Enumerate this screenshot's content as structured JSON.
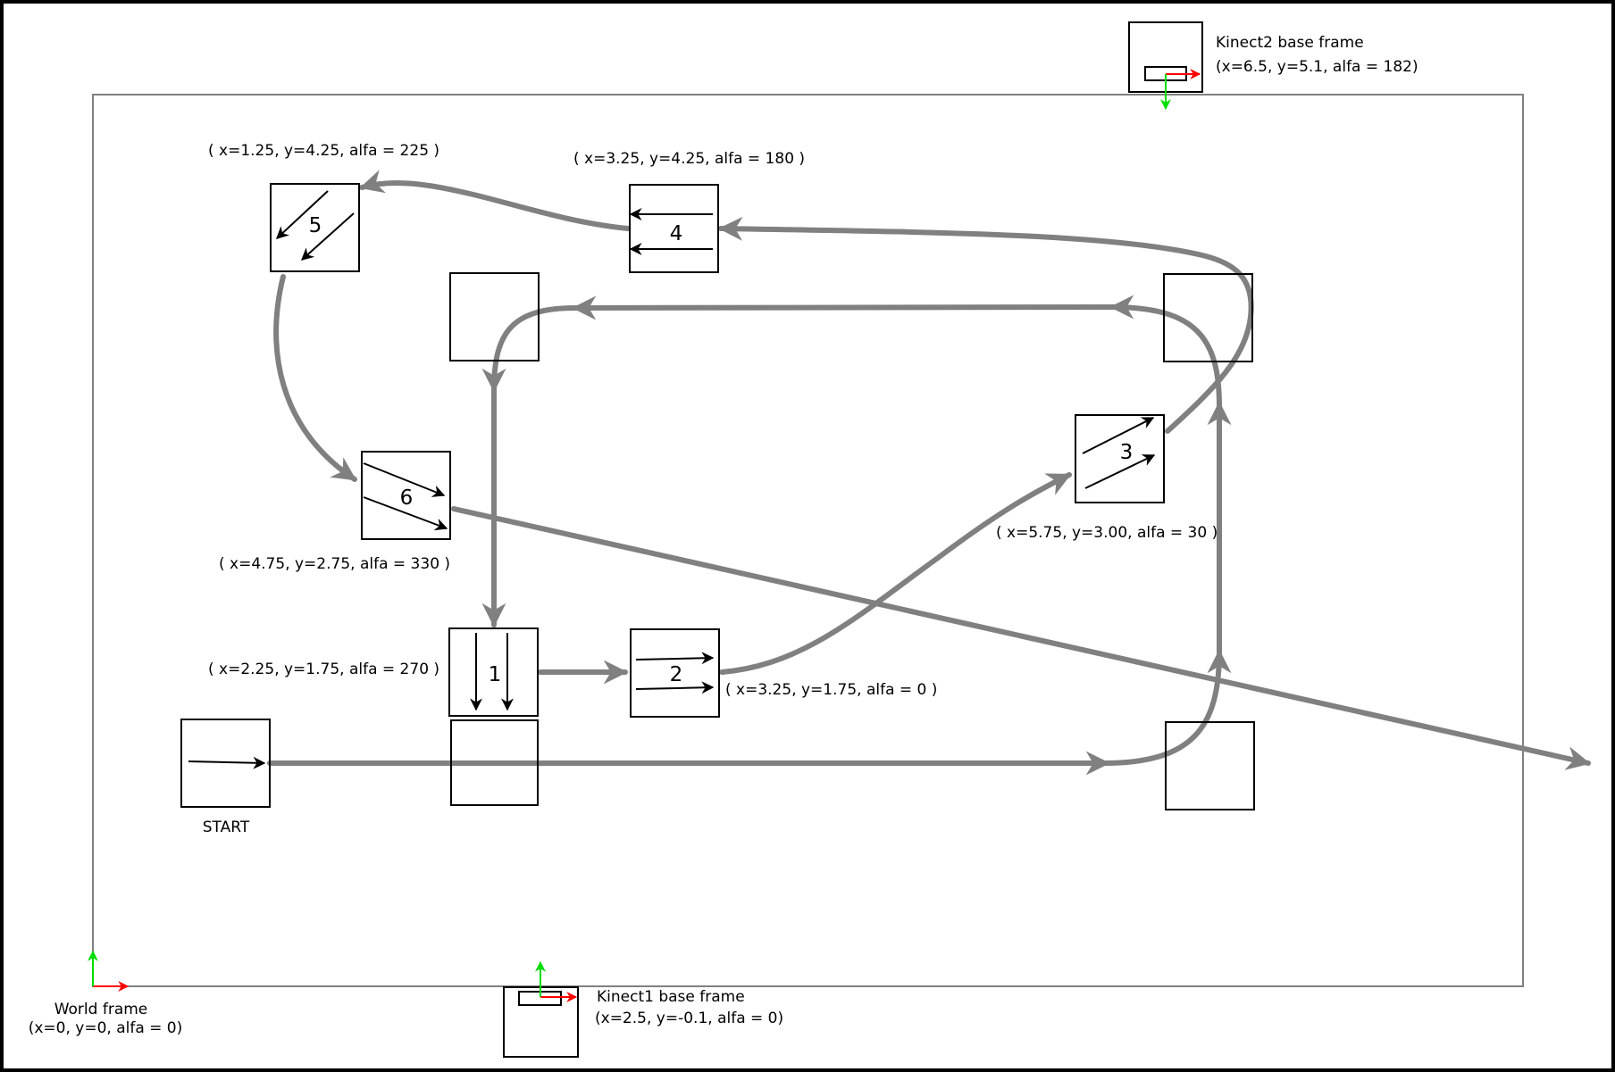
{
  "labels": {
    "kinect2_title": "Kinect2 base frame",
    "kinect2_pose": "(x=6.5, y=5.1, alfa = 182)",
    "kinect1_title": "Kinect1 base frame",
    "kinect1_pose": "(x=2.5, y=-0.1, alfa = 0)",
    "world_title": "World frame",
    "world_pose": "(x=0, y=0, alfa = 0)",
    "start": "START"
  },
  "poses": [
    {
      "id": "1",
      "label": "( x=2.25, y=1.75, alfa = 270 )"
    },
    {
      "id": "2",
      "label": "( x=3.25, y=1.75, alfa = 0 )"
    },
    {
      "id": "3",
      "label": "( x=5.75, y=3.00, alfa = 30 )"
    },
    {
      "id": "4",
      "label": "( x=3.25, y=4.25, alfa = 180 )"
    },
    {
      "id": "5",
      "label": "( x=1.25, y=4.25, alfa = 225 )"
    },
    {
      "id": "6",
      "label": "( x=4.75, y=2.75, alfa = 330 )"
    }
  ],
  "colors": {
    "path": "#808080",
    "x_axis": "#ff0000",
    "y_axis": "#00dd00",
    "border": "#000000",
    "field": "#808080"
  }
}
